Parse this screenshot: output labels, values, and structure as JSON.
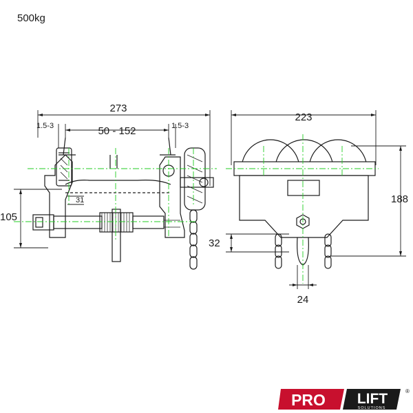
{
  "capacity_label": "500kg",
  "dimensions": {
    "overall_width_side": "273",
    "flange_gap_left": "1.5-3",
    "flange_gap_right": "1.5-3",
    "beam_range": "50 - 152",
    "small_offset": "31",
    "height_side": "105",
    "overall_width_front": "223",
    "overall_height_front": "188",
    "hook_height": "32",
    "hook_width": "24"
  },
  "logo": {
    "part1": "PRO",
    "part2": "LIFT",
    "sub": "SOLUTIONS",
    "reg": "®",
    "brand_color": "#c8102e"
  },
  "colors": {
    "line": "#1a1a1a",
    "centerline": "#22cc22"
  }
}
